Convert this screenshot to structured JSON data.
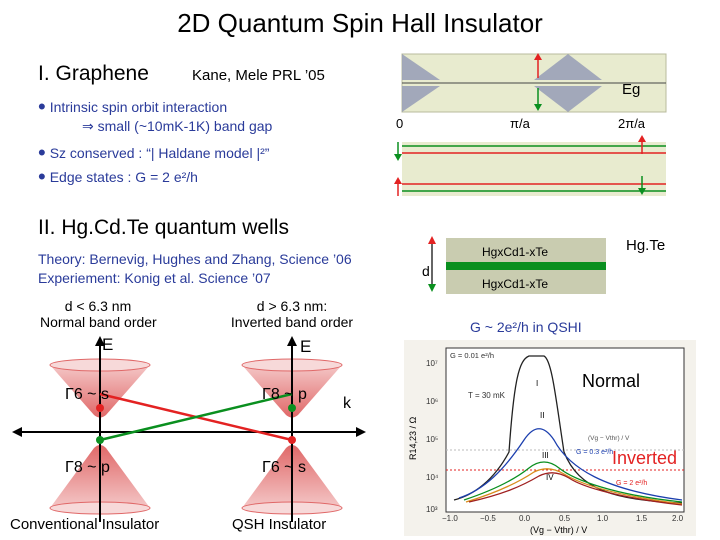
{
  "title": "2D  Quantum Spin Hall Insulator",
  "graphene": {
    "heading": "I.  Graphene",
    "ref": "Kane, Mele PRL ’05",
    "bullet1": "Intrinsic spin orbit interaction",
    "bullet1_sub": "⇒ small (~10mK-1K) band gap",
    "bullet2": "Sz conserved :  “| Haldane model |²”",
    "bullet3": "Edge states : G = 2 e²/h"
  },
  "band_diagram": {
    "gap_label": "Eg",
    "axis_0": "0",
    "axis_pi": "π/a",
    "axis_2pi": "2π/a"
  },
  "hgte": {
    "heading": "II.  Hg.Cd.Te quantum wells",
    "theory": "Theory: Bernevig, Hughes and Zhang, Science ’06",
    "experiment": "Experiement:  Konig et al. Science ’07",
    "layer_top": "HgxCd1-xTe",
    "layer_bottom": "HgxCd1-xTe",
    "well_label": "Hg.Te",
    "d_label": "d",
    "conductance": "G ~ 2e²/h  in QSHI"
  },
  "cones": {
    "left_cond": "d < 6.3 nm",
    "left_cond2": "Normal band order",
    "right_cond": "d > 6.3 nm:",
    "right_cond2": "Inverted band order",
    "e_label_left": "E",
    "e_label_right": "E",
    "k_label": "k",
    "left_top": "Γ6 ~ s",
    "left_bottom": "Γ8 ~ p",
    "right_top": "Γ8 ~ p",
    "right_bottom": "Γ6 ~ s",
    "left_caption": "Conventional Insulator",
    "right_caption": "QSH Insulator"
  },
  "plot": {
    "normal_label": "Normal",
    "inverted_label": "Inverted",
    "legend_g001": "G = 0.01 e²/h",
    "legend_t": "T = 30 mK",
    "legend_g03": "G = 0.3 e²/h",
    "legend_g2": "G = 2 e²/h",
    "ylabel": "R14,23 / Ω",
    "xlabel": "(Vg − Vthr) / V",
    "y_ticks": [
      "10⁷",
      "10⁶",
      "10⁵",
      "10⁴",
      "10³"
    ],
    "x_ticks": [
      "−1.0",
      "−0.5",
      "0.0",
      "0.5",
      "1.0",
      "1.5",
      "2.0"
    ],
    "curve_labels": [
      "I",
      "II",
      "III",
      "IV"
    ],
    "inset_label": "(Vg − Vthr) / V"
  },
  "colors": {
    "title_blue": "#2a3b9a",
    "red": "#e32222",
    "green": "#0a8f1f",
    "cone_red": "#e06868",
    "cone_pink": "#f4c7c7",
    "band_bg": "#e8ebcf",
    "band_gray": "#9aa1b7"
  }
}
